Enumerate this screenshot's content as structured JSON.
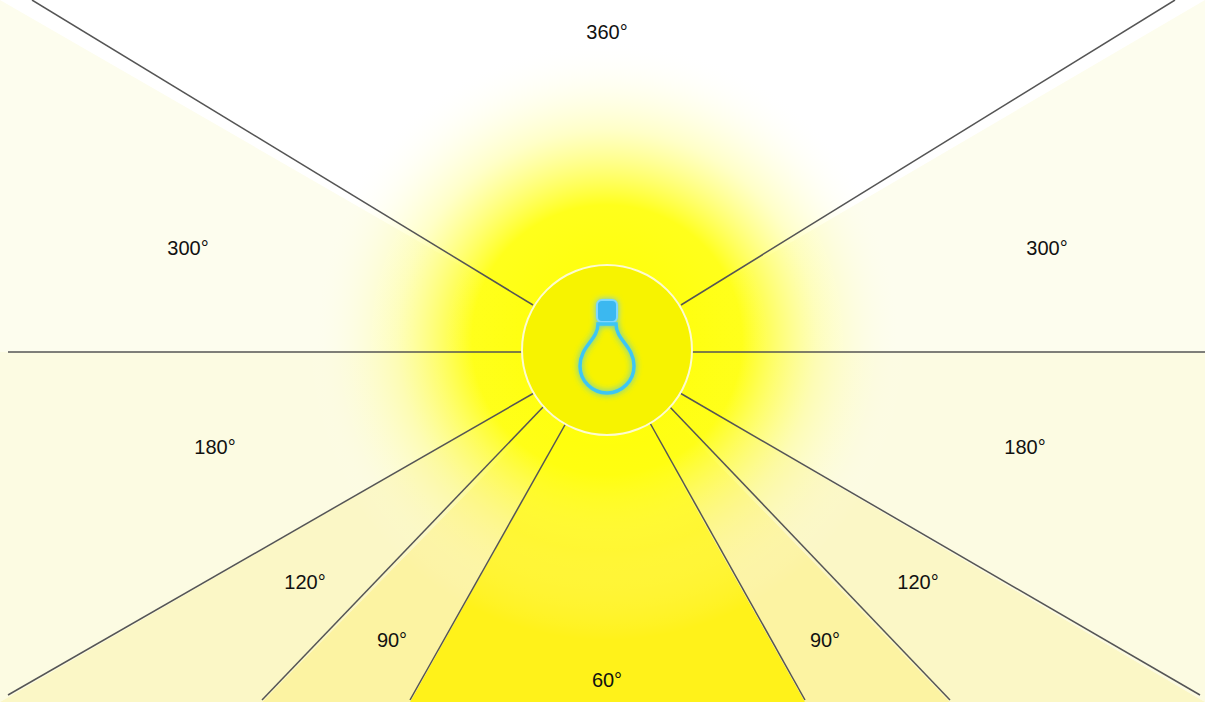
{
  "diagram": {
    "labels": [
      "360°",
      "300°",
      "300°",
      "180°",
      "180°",
      "120°",
      "120°",
      "90°",
      "90°",
      "60°"
    ]
  }
}
